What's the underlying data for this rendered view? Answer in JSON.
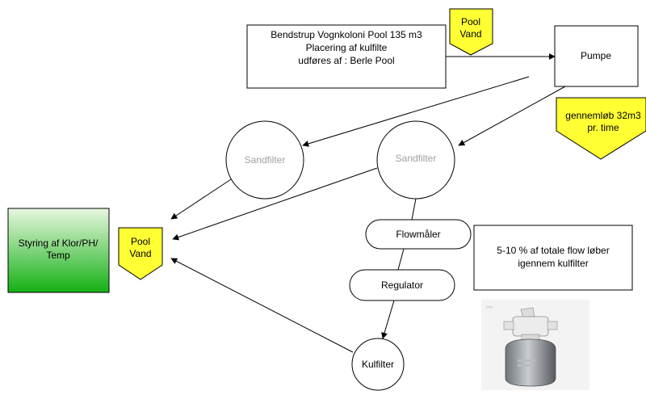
{
  "title_box": {
    "line1": "Bendstrup Vognkoloni Pool 135 m3",
    "line2": "Placering af kulfilte",
    "line3": "udføres af : Berle Pool"
  },
  "pool_vand_top": {
    "line1": "Pool",
    "line2": "Vand"
  },
  "pumpe": "Pumpe",
  "flow_badge": {
    "line1": "gennemløb 32m3",
    "line2": "pr. time"
  },
  "sandfilter_left": "Sandfilter",
  "sandfilter_right": "Sandfilter",
  "styring": {
    "line1": "Styring af Klor/PH/",
    "line2": "Temp"
  },
  "pool_vand_mid": {
    "line1": "Pool",
    "line2": "Vand"
  },
  "flowmaler": "Flowmåler",
  "regulator": "Regulator",
  "kulfilter": "Kulfilter",
  "info_box": {
    "line1": "5-10 % af totale flow løber",
    "line2": "igennem kulfilter"
  },
  "colors": {
    "badge_yellow": "#ffff33",
    "green_top": "#e8f7e0",
    "green_bottom": "#14b014"
  },
  "icons": {
    "filter_photo": "sand-filter-tank-icon"
  }
}
